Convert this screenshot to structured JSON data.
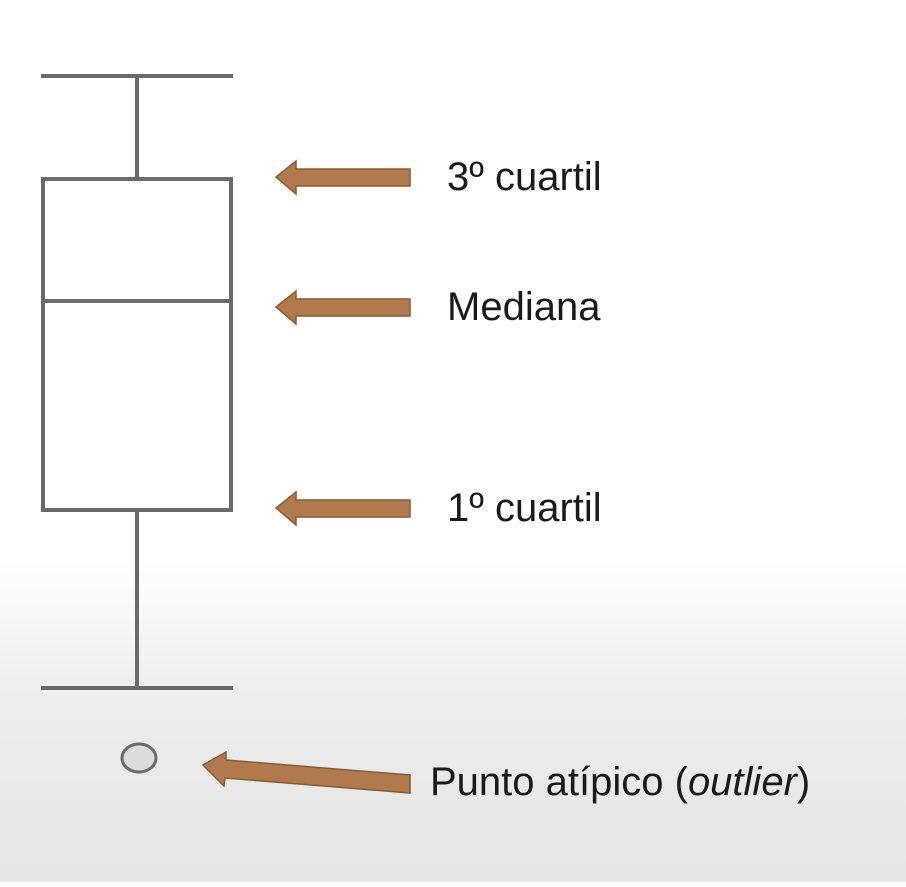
{
  "labels": {
    "third_quartile": "3º cuartil",
    "median": "Mediana",
    "first_quartile": "1º cuartil",
    "outlier_prefix": "Punto atípico (",
    "outlier_term": "outlier",
    "outlier_suffix": ")"
  },
  "colors": {
    "box_stroke": "#6a6a6a",
    "arrow": "#b07a4c",
    "arrow_outline": "#8a5a33",
    "text": "#1a1a1a",
    "outlier_fill": "#dcdcdc"
  }
}
